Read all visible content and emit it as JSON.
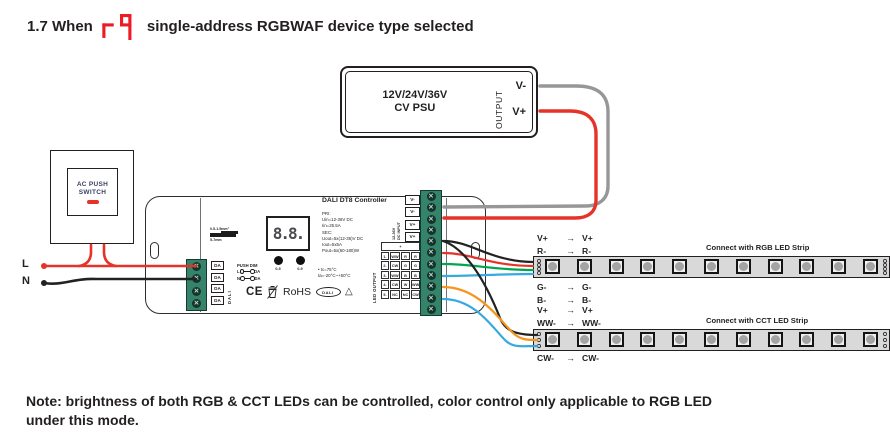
{
  "title": {
    "section": "1.7 When",
    "display_code": "r9",
    "rest": "single-address RGBWAF device type selected"
  },
  "psu": {
    "line1": "12V/24V/36V",
    "line2": "CV PSU",
    "output_label": "OUTPUT",
    "v_minus": "V-",
    "v_plus": "V+"
  },
  "ac_switch": {
    "line1": "AC PUSH",
    "line2": "SWITCH"
  },
  "mains": {
    "live": "L",
    "neutral": "N"
  },
  "controller": {
    "name": "DALI DT8 Controller",
    "display_value": "8.8.",
    "button_labels": [
      "0-9",
      "0-9"
    ],
    "spec_lines": [
      "PRI:",
      "Uin=12-36V DC",
      "Iin=25.5A",
      "SEC:",
      "Uout=5x(12-36)V DC",
      "Iout=5x5A",
      "Pout=5x(60-180)W"
    ],
    "temp_lines": [
      "• tc=75°C",
      "ta=-20°C~+50°C"
    ],
    "wire_gauge_top": "0.5-1.5mm²",
    "wire_gauge_bottom": "5-7mm",
    "da_terminals": [
      "DA",
      "DA",
      "DA",
      "DA"
    ],
    "dali_vertical_label": "DALI",
    "push_dim": {
      "title": "PUSH DIM",
      "rows": [
        {
          "left": "L",
          "right": "DA"
        },
        {
          "left": "N",
          "right": "DA"
        }
      ]
    },
    "certs": {
      "ce": "CE",
      "rohs": "RoHS",
      "dali_logo": "DALI"
    },
    "led_output_label": "LED OUTPUT",
    "dc_input_lines": [
      "12-36V",
      "DC INPUT"
    ],
    "input_terminals": [
      "V-",
      "V-",
      "V+",
      "V+"
    ],
    "output_map": {
      "header": "+",
      "rows": [
        [
          "1.",
          "WW",
          "R",
          "R"
        ],
        [
          "2.",
          "CW",
          "G",
          "G"
        ],
        [
          "3.",
          "WW",
          "B",
          "B"
        ],
        [
          "4.",
          "CW",
          "W",
          "WW"
        ],
        [
          "5.",
          "NC",
          "NC",
          "CW"
        ]
      ]
    },
    "left_screw_count": 4,
    "right_screw_count": 11
  },
  "strips": [
    {
      "name": "RGB",
      "caption": "Connect with RGB LED Strip",
      "led_count": 11,
      "pad_count": 4,
      "labels_above": [
        {
          "from": "V+",
          "to": "V+"
        },
        {
          "from": "R-",
          "to": "R-"
        }
      ],
      "labels_below": [
        {
          "from": "G-",
          "to": "G-"
        },
        {
          "from": "B-",
          "to": "B-"
        }
      ]
    },
    {
      "name": "CCT",
      "caption": "Connect with CCT LED Strip",
      "led_count": 11,
      "pad_count": 3,
      "labels_above": [
        {
          "from": "V+",
          "to": "V+"
        },
        {
          "from": "WW-",
          "to": "WW-"
        }
      ],
      "labels_below": [
        {
          "from": "CW-",
          "to": "CW-"
        }
      ]
    }
  ],
  "note": {
    "line1": "Note: brightness of both RGB & CCT LEDs can be controlled, color control only applicable to RGB LED",
    "line2": "under this mode."
  },
  "icons": {
    "arrow": "→",
    "screw": "✕",
    "triangle": "△"
  },
  "colors": {
    "wire-red": "#e63329",
    "wire-gray": "#97979a",
    "wire-black": "#222222",
    "wire-green": "#00a551",
    "wire-cyan": "#36a9e1",
    "wire-orange": "#f7941d",
    "terminal-green": "#35836a",
    "seg-red": "#ec1c24",
    "text-dark": "#231f20",
    "switch-text": "#3c4066",
    "strip-fill": "#d9d9d9"
  }
}
